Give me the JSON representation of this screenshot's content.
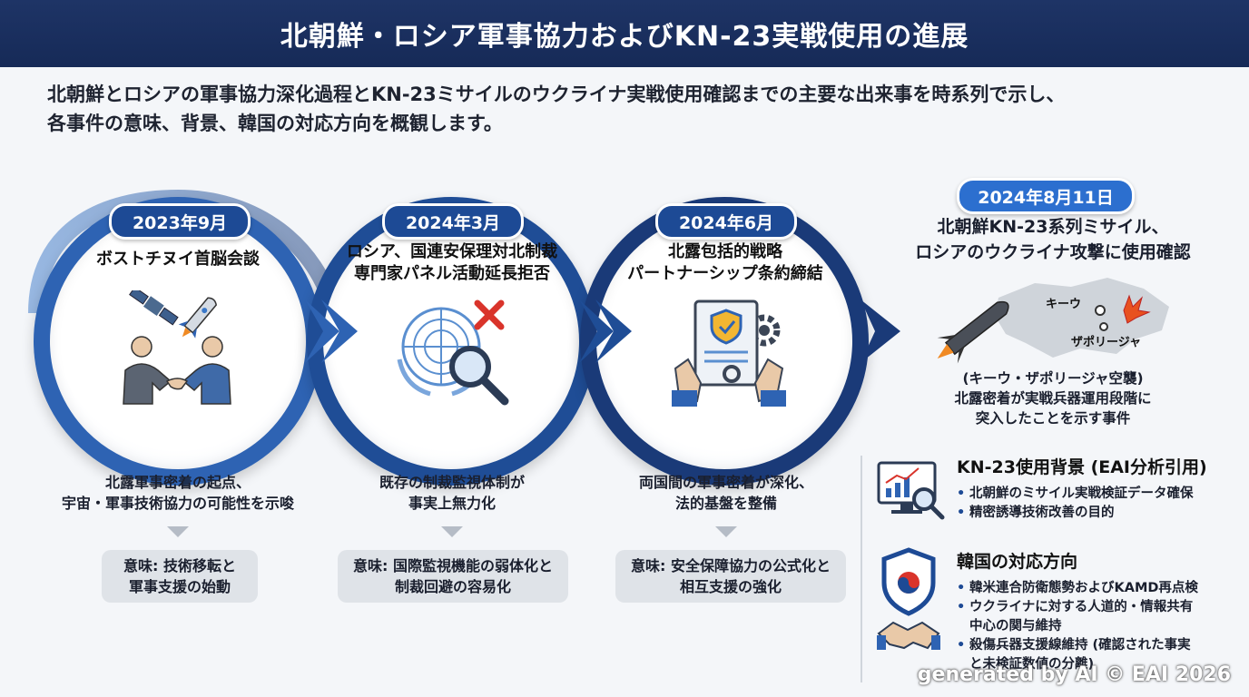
{
  "title": "北朝鮮・ロシア軍事協力およびKN-23実戦使用の進展",
  "intro": {
    "line1": "北朝鮮とロシアの軍事協力深化過程とKN-23ミサイルのウクライナ実戦使用確認までの主要な出来事を時系列で示し、",
    "line2": "各事件の意味、背景、韓国の対応方向を概観します。"
  },
  "events": [
    {
      "date": "2023年9月",
      "title_lines": [
        "ボストチヌイ首脳会談"
      ],
      "icon": "handshake-rocket-satellite-icon",
      "desc_lines": [
        "北露軍事密着の起点、",
        "宇宙・軍事技術協力の可能性を示唆"
      ],
      "meaning_lines": [
        "意味: 技術移転と",
        "軍事支援の始動"
      ]
    },
    {
      "date": "2024年3月",
      "title_lines": [
        "ロシア、国連安保理対北制裁",
        "専門家パネル活動延長拒否"
      ],
      "icon": "un-emblem-magnifier-cross-icon",
      "desc_lines": [
        "既存の制裁監視体制が",
        "事実上無力化"
      ],
      "meaning_lines": [
        "意味: 国際監視機能の弱体化と",
        "制裁回避の容易化"
      ]
    },
    {
      "date": "2024年6月",
      "title_lines": [
        "北露包括的戦略",
        "パートナーシップ条約締結"
      ],
      "icon": "treaty-document-shield-gear-icon",
      "desc_lines": [
        "両国間の軍事密着が深化、",
        "法的基盤を整備"
      ],
      "meaning_lines": [
        "意味: 安全保障協力の公式化と",
        "相互支援の強化"
      ]
    }
  ],
  "final_event": {
    "date": "2024年8月11日",
    "title_lines": [
      "北朝鮮KN-23系列ミサイル、",
      "ロシアのウクライナ攻撃に使用確認"
    ],
    "map_labels": {
      "kyiv": "キーウ",
      "zaporizhzhia": "ザポリージャ"
    },
    "caption_lines": [
      "(キーウ・ザポリージャ空襲)",
      "北露密着が実戦兵器運用段階に",
      "突入したことを示す事件"
    ]
  },
  "background": {
    "title": "KN-23使用背景 (EAI分析引用)",
    "icon": "monitor-chart-magnifier-icon",
    "bullets": [
      "北朝鮮のミサイル実戦検証データ確保",
      "精密誘導技術改善の目的"
    ]
  },
  "korea_response": {
    "title": "韓国の対応方向",
    "icon": "korea-shield-handshake-icon",
    "bullets": [
      "韓米連合防衛態勢およびKAMD再点検",
      "ウクライナに対する人道的・情報共有",
      "中心の関与維持",
      "殺傷兵器支援線維持 (確認された事実",
      "と未検証数値の分離)"
    ]
  },
  "watermark": "generated by AI © EAI 2026",
  "colors": {
    "header": "#1e3466",
    "ring_blue": "#2e63b3",
    "ring_navy": "#1a3a78",
    "pill": "#1d4a95",
    "pill_light": "#2c6fcf",
    "meaning_box": "#dfe3e8",
    "alert_red": "#d9342b"
  }
}
